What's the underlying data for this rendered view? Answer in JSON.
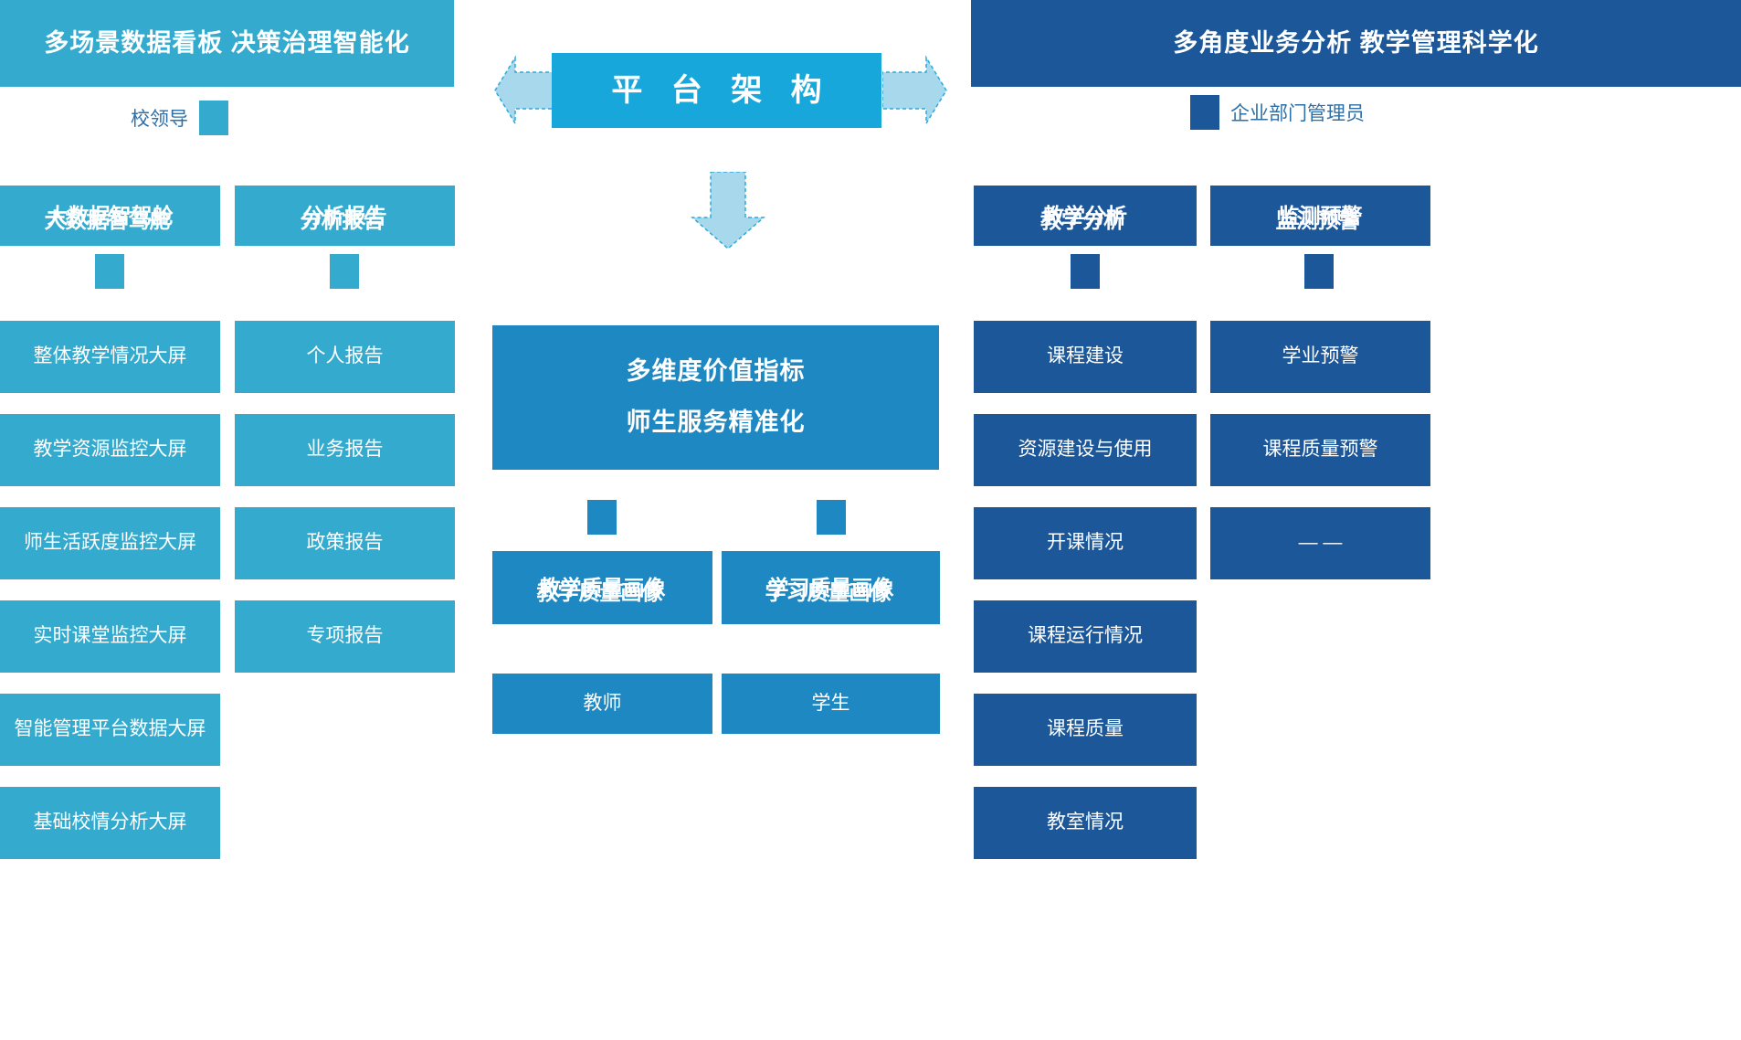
{
  "banners": {
    "left": "多场景数据看板 决策治理智能化",
    "right": "多角度业务分析 教学管理科学化"
  },
  "platform": {
    "title": "平 台 架 构",
    "arrow_left": "arrow-left-icon",
    "arrow_right": "arrow-right-icon",
    "arrow_down": "arrow-down-icon"
  },
  "legends": {
    "left_role": "校领导",
    "right_role": "企业部门管理员"
  },
  "columns": [
    {
      "id": "big-data-cockpit",
      "theme": "cyan",
      "header": "大数据智驾舱",
      "items": [
        "整体教学情况大屏",
        "教学资源监控大屏",
        "师生活跃度监控大屏",
        "实时课堂监控大屏",
        "智能管理平台数据大屏",
        "基础校情分析大屏"
      ]
    },
    {
      "id": "analysis-report",
      "theme": "cyan",
      "header": "分析报告",
      "items": [
        "个人报告",
        "业务报告",
        "政策报告",
        "专项报告"
      ]
    },
    {
      "id": "teaching-analysis",
      "theme": "navy",
      "header": "教学分析",
      "items": [
        "课程建设",
        "资源建设与使用",
        "开课情况",
        "课程运行情况",
        "课程质量",
        "教室情况"
      ]
    },
    {
      "id": "monitor-warning",
      "theme": "navy",
      "header": "监测预警",
      "items": [
        "学业预警",
        "课程质量预警",
        "— —"
      ]
    }
  ],
  "center": {
    "value_line1": "多维度价值指标",
    "value_line2": "师生服务精准化",
    "portraits": [
      {
        "header": "教学质量画像",
        "sub": "教师"
      },
      {
        "header": "学习质量画像",
        "sub": "学生"
      }
    ]
  },
  "colors": {
    "cyan": "#34ABCE",
    "navy": "#1C5799",
    "mid_blue": "#1E88C2",
    "platform_blue": "#18A7DB",
    "arrow_light": "#A7D8EC",
    "legend_text": "#2E6FA8"
  }
}
